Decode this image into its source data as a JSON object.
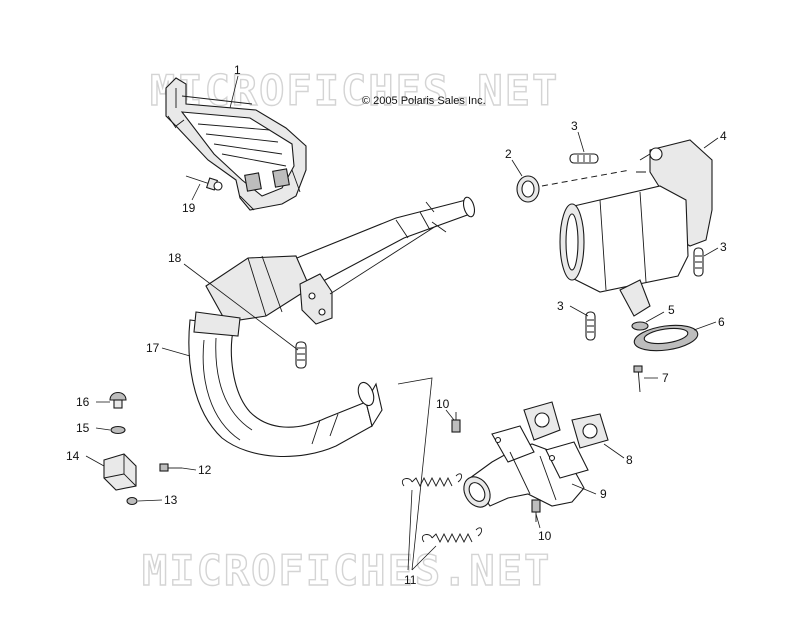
{
  "watermark": {
    "text": "MICROFICHES.NET",
    "color": "#d4d4d4"
  },
  "copyright": "© 2005 Polaris Sales Inc.",
  "callouts": {
    "c1": "1",
    "c2": "2",
    "c3a": "3",
    "c3b": "3",
    "c3c": "3",
    "c4": "4",
    "c5": "5",
    "c6": "6",
    "c7": "7",
    "c8": "8",
    "c9": "9",
    "c10a": "10",
    "c10b": "10",
    "c11": "11",
    "c12": "12",
    "c13": "13",
    "c14": "14",
    "c15": "15",
    "c16": "16",
    "c17": "17",
    "c18": "18",
    "c19": "19"
  },
  "colors": {
    "line": "#1a1a1a",
    "shade": "#bdbdbd",
    "background": "#ffffff"
  }
}
